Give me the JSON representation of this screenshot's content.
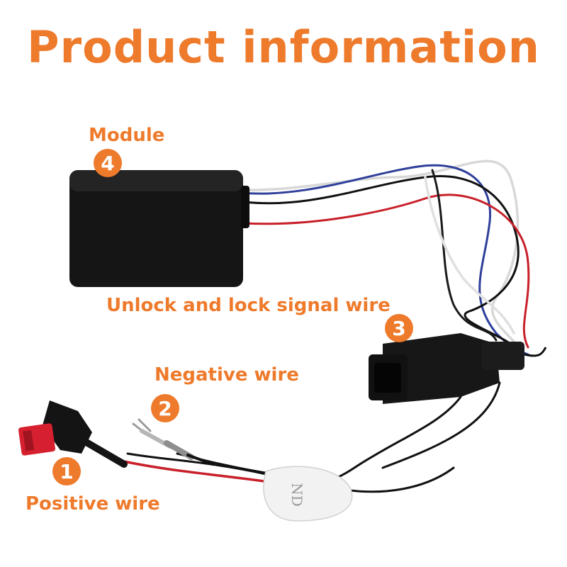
{
  "title": "Product information",
  "accent_color": "#ee7a2c",
  "parts": [
    {
      "number": "1",
      "label": "Positive wire"
    },
    {
      "number": "2",
      "label": "Negative wire"
    },
    {
      "number": "3",
      "label": "Unlock and lock signal wire"
    },
    {
      "number": "4",
      "label": "Module"
    }
  ],
  "sticker_text": "ND"
}
